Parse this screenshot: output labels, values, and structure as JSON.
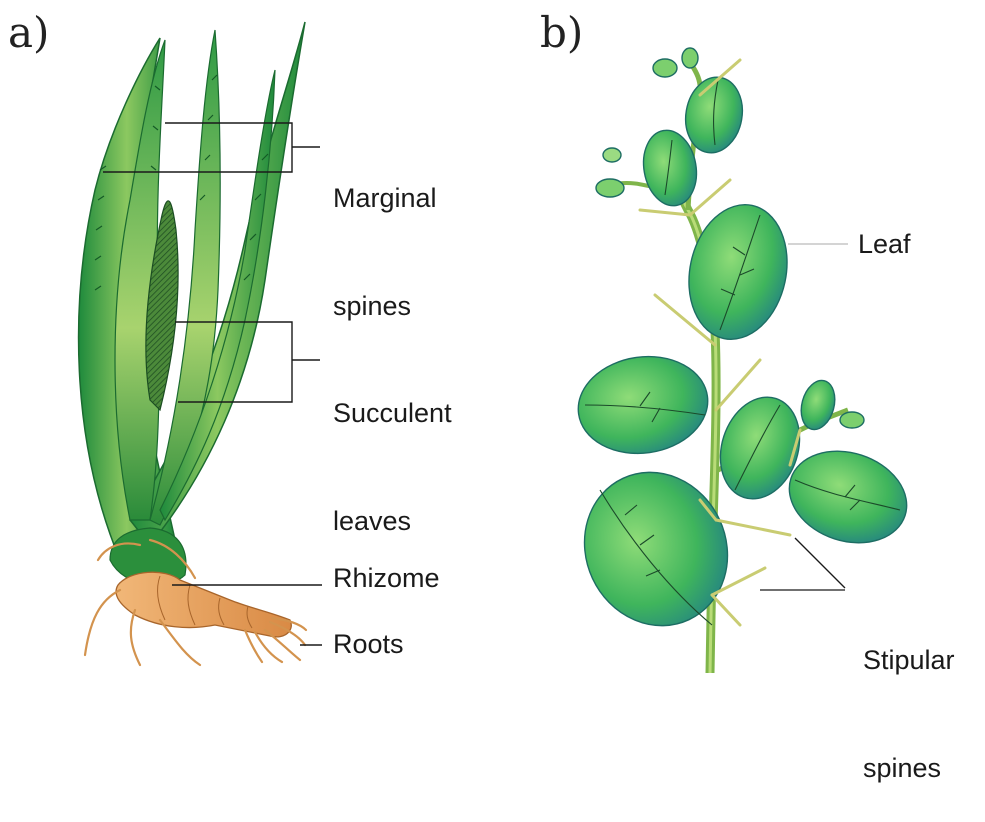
{
  "panels": {
    "a": {
      "letter": "a)"
    },
    "b": {
      "letter": "b)"
    }
  },
  "labels": {
    "marginal_spines": {
      "line1": "Marginal",
      "line2": "spines"
    },
    "succulent_leaves": {
      "line1": "Succulent",
      "line2": "leaves"
    },
    "rhizome": "Rhizome",
    "roots": "Roots",
    "leaf": "Leaf",
    "stipular_spines": {
      "line1": "Stipular",
      "line2": "spines"
    }
  },
  "colors": {
    "leaf_dark": "#1e8a3c",
    "leaf_mid": "#39a84a",
    "leaf_light": "#b9dc78",
    "leaf_b_light": "#6fcf6a",
    "leaf_b_edge": "#2a8f8a",
    "rhizome": "#e39a55",
    "stem": "#8fc255",
    "spine": "#d7d98a"
  }
}
